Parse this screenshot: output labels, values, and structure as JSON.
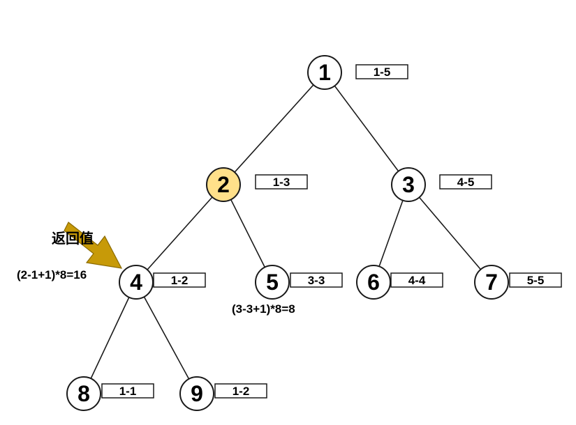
{
  "diagram": {
    "nodes": [
      {
        "id": "1",
        "label": "1",
        "range": "1-5",
        "highlight": false
      },
      {
        "id": "2",
        "label": "2",
        "range": "1-3",
        "highlight": true
      },
      {
        "id": "3",
        "label": "3",
        "range": "4-5",
        "highlight": false
      },
      {
        "id": "4",
        "label": "4",
        "range": "1-2",
        "highlight": false
      },
      {
        "id": "5",
        "label": "5",
        "range": "3-3",
        "highlight": false
      },
      {
        "id": "6",
        "label": "6",
        "range": "4-4",
        "highlight": false
      },
      {
        "id": "7",
        "label": "7",
        "range": "5-5",
        "highlight": false
      },
      {
        "id": "8",
        "label": "8",
        "range": "1-1",
        "highlight": false
      },
      {
        "id": "9",
        "label": "9",
        "range": "1-2",
        "highlight": false
      }
    ],
    "edges": [
      [
        "1",
        "2"
      ],
      [
        "1",
        "3"
      ],
      [
        "2",
        "4"
      ],
      [
        "2",
        "5"
      ],
      [
        "3",
        "6"
      ],
      [
        "3",
        "7"
      ],
      [
        "4",
        "8"
      ],
      [
        "4",
        "9"
      ]
    ],
    "annotations": {
      "return_label": "返回值",
      "node4_formula": "(2-1+1)*8=16",
      "node5_formula": "(3-3+1)*8=8"
    },
    "colors": {
      "highlight_fill": "#ffe08a",
      "arrow_fill": "#c79a08",
      "arrow_stroke": "#8a6a00"
    }
  }
}
